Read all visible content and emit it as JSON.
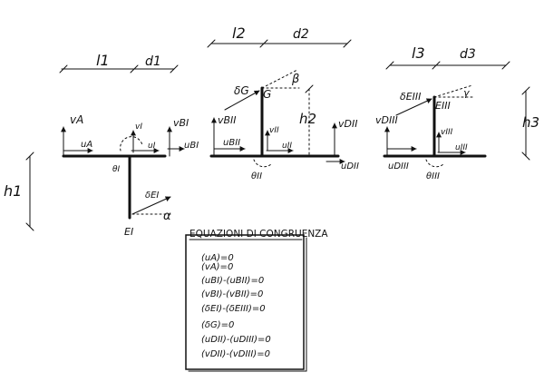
{
  "dims": {
    "l1": "l1",
    "d1": "d1",
    "l2": "l2",
    "d2": "d2",
    "l3": "l3",
    "d3": "d3",
    "h1": "h1",
    "h2": "h2",
    "h3": "h3"
  },
  "frame1": {
    "vA": "vA",
    "uA": "uA",
    "vI": "vI",
    "uI": "uI",
    "thI": "θI",
    "vBI": "vBI",
    "uBI": "uBI",
    "dEI": "δEI",
    "alpha": "α",
    "EI": "EI"
  },
  "frame2": {
    "dG": "δG",
    "beta": "β",
    "G": "G",
    "vBII": "vBII",
    "uBII": "uBII",
    "vII": "vII",
    "uII": "uII",
    "thII": "θII",
    "vDII": "vDII",
    "uDII": "uDII"
  },
  "frame3": {
    "dEIII": "δEIII",
    "EIII": "EIII",
    "gamma": "γ",
    "vDIII": "vDIII",
    "uDIII": "uDIII",
    "vIII": "vIII",
    "uIII": "uIII",
    "thIII": "θIII"
  },
  "equations": {
    "title": "EQUAZIONI DI CONGRUENZA",
    "lines": [
      "(uA)=0",
      "(vA)=0",
      "(uBI)-(uBII)=0",
      "(vBI)-(vBII)=0",
      "(δEI)-(δEIII)=0",
      "(δG)=0",
      "(uDII)-(uDIII)=0",
      "(vDII)-(vDIII)=0"
    ]
  }
}
